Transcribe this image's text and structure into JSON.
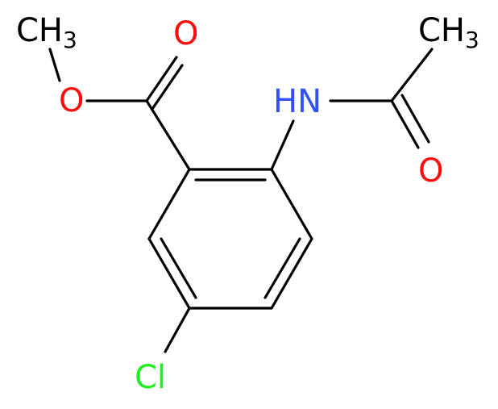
{
  "labels": {
    "methyl_left": "CH",
    "methyl_left_sub": "3",
    "methyl_right": "CH",
    "methyl_right_sub": "3",
    "ester_oxygen": "O",
    "carbonyl_oxygen_top": "O",
    "amide_nh": "HN",
    "carbonyl_oxygen_right": "O",
    "chlorine": "Cl"
  },
  "colors": {
    "carbon_bonds": "#000000",
    "oxygen": "#ff0d0d",
    "nitrogen": "#3050f8",
    "chlorine": "#1ff01f",
    "background": "#ffffff"
  }
}
